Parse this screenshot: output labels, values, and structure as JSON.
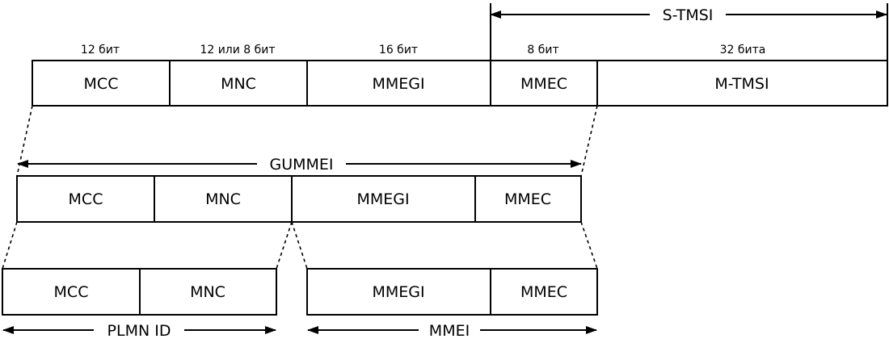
{
  "row1": {
    "bit_sizes": [
      "12 бит",
      "12 или 8 бит",
      "16 бит",
      "8 бит",
      "32 бита"
    ],
    "cells": [
      "MCC",
      "MNC",
      "MMEGI",
      "MMEC",
      "M-TMSI"
    ],
    "span_label": "S-TMSI"
  },
  "row2": {
    "cells": [
      "MCC",
      "MNC",
      "MMEGI",
      "MMEC"
    ],
    "span_label": "GUMMEI"
  },
  "row3": {
    "left_cells": [
      "MCC",
      "MNC"
    ],
    "left_span_label": "PLMN ID",
    "right_cells": [
      "MMEGI",
      "MMEC"
    ],
    "right_span_label": "MMEI"
  }
}
